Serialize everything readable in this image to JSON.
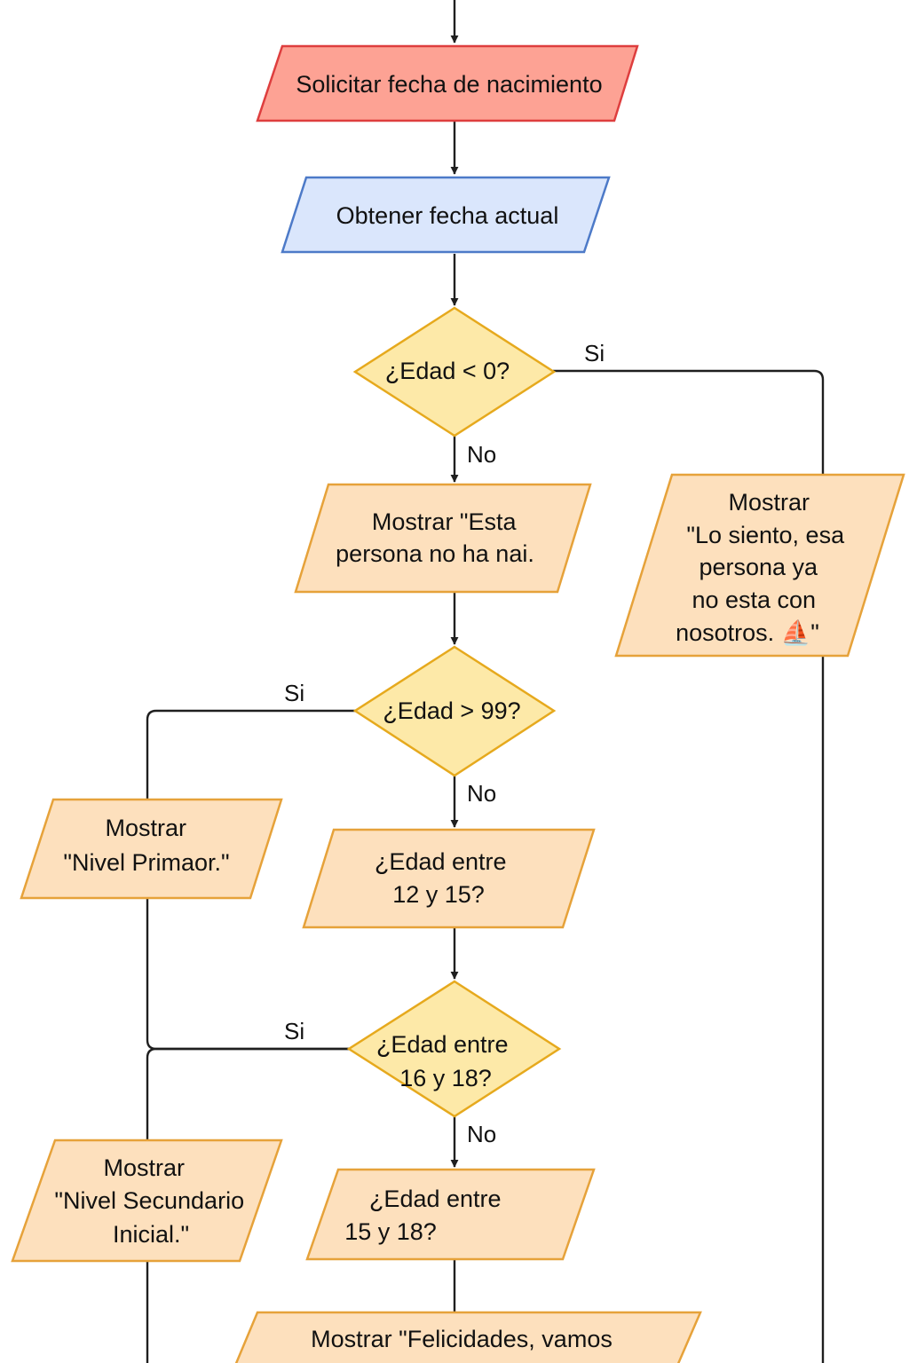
{
  "colors": {
    "red_fill": "#fda294",
    "red_stroke": "#de3e3e",
    "blue_fill": "#dae6fc",
    "blue_stroke": "#4d7ac8",
    "orange_fill": "#fde0bd",
    "orange_stroke": "#e6a23a",
    "diamond_fill": "#fde9a8",
    "diamond_stroke": "#e6a91d",
    "line": "#1f1f1f"
  },
  "nodes": {
    "solicitar": {
      "shape": "parallelogram",
      "lines": [
        "Solicitar fecha de nacimiento"
      ]
    },
    "obtener": {
      "shape": "parallelogram",
      "lines": [
        "Obtener fecha actual"
      ]
    },
    "edad_menor_0": {
      "shape": "diamond",
      "lines": [
        "¿Edad < 0?"
      ]
    },
    "mostrar_no_nacido": {
      "shape": "parallelogram",
      "lines": [
        "Mostrar \"Esta",
        "persona no ha nai."
      ]
    },
    "mostrar_lo_siento": {
      "shape": "parallelogram",
      "lines": [
        "Mostrar",
        "\"Lo siento, esa",
        "persona ya",
        "no esta con",
        "nosotros. ⛵\""
      ]
    },
    "edad_mayor_99": {
      "shape": "diamond",
      "lines": [
        "¿Edad > 99?"
      ]
    },
    "mostrar_primario": {
      "shape": "parallelogram",
      "lines": [
        "Mostrar",
        "\"Nivel Primaor.\""
      ]
    },
    "edad_12_15": {
      "shape": "parallelogram",
      "lines": [
        "¿Edad entre",
        "12 y 15?"
      ]
    },
    "edad_16_18": {
      "shape": "diamond",
      "lines": [
        "¿Edad entre",
        "16 y 18?"
      ]
    },
    "mostrar_secundario": {
      "shape": "parallelogram",
      "lines": [
        "Mostrar",
        "\"Nivel Secundario",
        "Inicial.\""
      ]
    },
    "edad_15_18": {
      "shape": "parallelogram",
      "lines": [
        "¿Edad entre",
        "15 y 18?"
      ]
    },
    "mostrar_felicidades": {
      "shape": "parallelogram",
      "lines": [
        "Mostrar \"Felicidades, vamos"
      ]
    }
  },
  "edge_labels": {
    "si_edad0": "Si",
    "no_edad0": "No",
    "si_edad99": "Si",
    "no_edad99": "No",
    "si_edad16": "Si",
    "no_edad16": "No"
  }
}
